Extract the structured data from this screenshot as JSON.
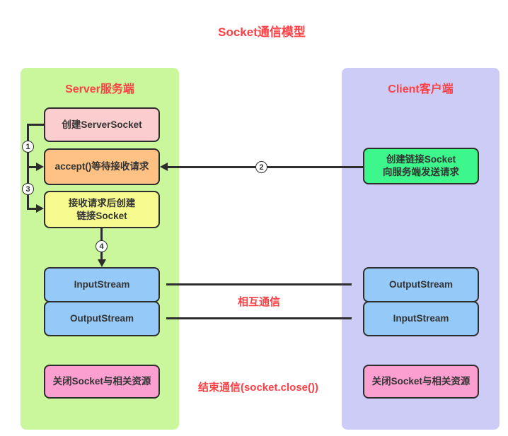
{
  "labels": {
    "title": "Socket通信模型",
    "mutual_communication": "相互通信",
    "end_communication": "结束通信(socket.close())"
  },
  "server": {
    "header": "Server服务端",
    "box_create": "创建ServerSocket",
    "box_accept": "accept()等待接收请求",
    "box_receive_line1": "接收请求后创建",
    "box_receive_line2": "链接Socket",
    "box_input_stream": "InputStream",
    "box_output_stream": "OutputStream",
    "box_close": "关闭Socket与相关资源"
  },
  "client": {
    "header": "Client客户端",
    "box_connect_line1": "创建链接Socket",
    "box_connect_line2": "向服务端发送请求",
    "box_output_stream": "OutputStream",
    "box_input_stream": "InputStream",
    "box_close": "关闭Socket与相关资源"
  },
  "steps": {
    "one": "1",
    "two": "2",
    "three": "3",
    "four": "4"
  },
  "colors": {
    "server_panel": "#caf79b",
    "client_panel": "#cdccf6",
    "heading_red": "#fc4145",
    "box_pink_light": "#fbcdcf",
    "box_orange": "#fcc183",
    "box_yellow": "#f7fa8e",
    "box_blue": "#95caf8",
    "box_green": "#3df68c",
    "box_pink_hot": "#fb9fd1",
    "line_dark": "#2d2d2d"
  }
}
